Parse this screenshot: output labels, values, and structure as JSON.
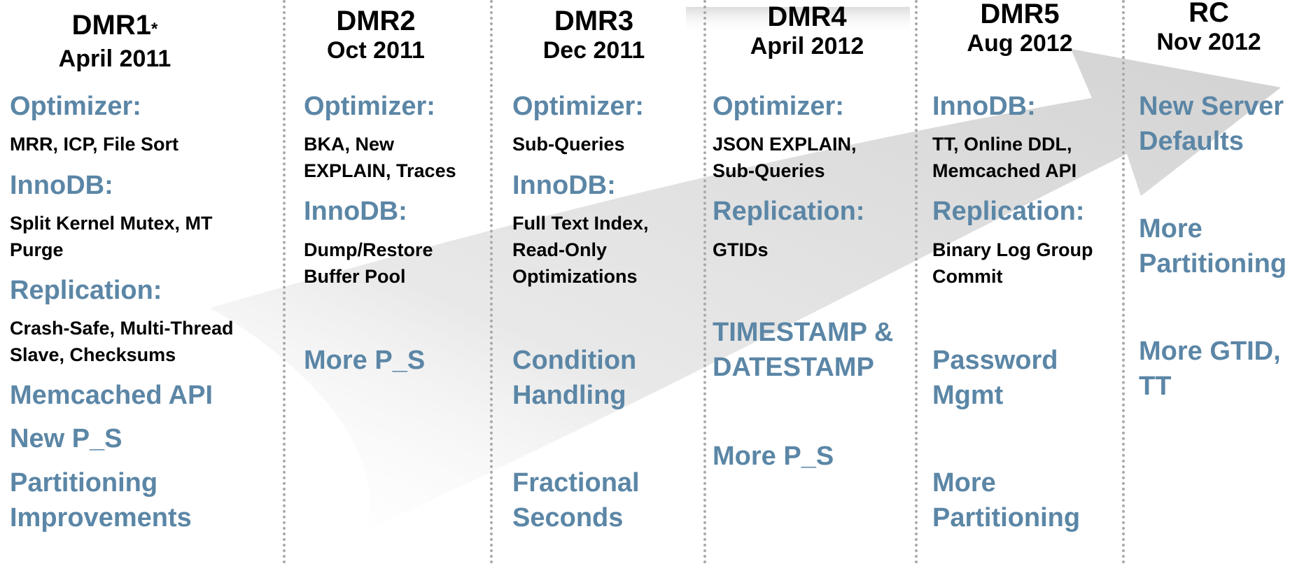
{
  "columns": [
    {
      "name": "DMR1",
      "star": "*",
      "date": "April 2011",
      "lines": [
        {
          "text": "Optimizer:",
          "style": "blue"
        },
        {
          "text": "MRR, ICP, File Sort",
          "style": "blk"
        },
        {
          "text": "InnoDB:",
          "style": "blue"
        },
        {
          "text": "Split Kernel Mutex, MT",
          "style": "blk"
        },
        {
          "text": "Purge",
          "style": "blk"
        },
        {
          "text": "Replication:",
          "style": "blue"
        },
        {
          "text": "Crash-Safe, Multi-Thread",
          "style": "blk"
        },
        {
          "text": "Slave, Checksums",
          "style": "blk"
        },
        {
          "text": "Memcached API",
          "style": "blue"
        },
        {
          "text": "New P_S",
          "style": "blue"
        },
        {
          "text": "Partitioning",
          "style": "blue"
        },
        {
          "text": "Improvements",
          "style": "blue"
        }
      ]
    },
    {
      "name": "DMR2",
      "star": "",
      "date": "Oct 2011",
      "lines": [
        {
          "text": "Optimizer:",
          "style": "blue"
        },
        {
          "text": "BKA, New",
          "style": "blk"
        },
        {
          "text": "EXPLAIN, Traces",
          "style": "blk"
        },
        {
          "text": "InnoDB:",
          "style": "blue"
        },
        {
          "text": "Dump/Restore",
          "style": "blk"
        },
        {
          "text": "Buffer Pool",
          "style": "blk"
        },
        {
          "text": "More P_S",
          "style": "blue"
        }
      ]
    },
    {
      "name": "DMR3",
      "star": "",
      "date": "Dec 2011",
      "lines": [
        {
          "text": "Optimizer:",
          "style": "blue"
        },
        {
          "text": "Sub-Queries",
          "style": "blk"
        },
        {
          "text": "InnoDB:",
          "style": "blue"
        },
        {
          "text": "Full Text Index,",
          "style": "blk"
        },
        {
          "text": "Read-Only",
          "style": "blk"
        },
        {
          "text": "Optimizations",
          "style": "blk"
        },
        {
          "text": "Condition",
          "style": "blue"
        },
        {
          "text": "Handling",
          "style": "blue"
        },
        {
          "text": "Fractional",
          "style": "blue"
        },
        {
          "text": "Seconds",
          "style": "blue"
        }
      ]
    },
    {
      "name": "DMR4",
      "star": "",
      "date": "April 2012",
      "lines": [
        {
          "text": "Optimizer:",
          "style": "blue"
        },
        {
          "text": "JSON EXPLAIN,",
          "style": "blk"
        },
        {
          "text": "Sub-Queries",
          "style": "blk"
        },
        {
          "text": "Replication:",
          "style": "blue"
        },
        {
          "text": "GTIDs",
          "style": "blk"
        },
        {
          "text": "TIMESTAMP &",
          "style": "blue"
        },
        {
          "text": "DATESTAMP",
          "style": "blue"
        },
        {
          "text": "More P_S",
          "style": "blue"
        }
      ]
    },
    {
      "name": "DMR5",
      "star": "",
      "date": "Aug 2012",
      "lines": [
        {
          "text": "InnoDB:",
          "style": "blue"
        },
        {
          "text": "TT, Online DDL,",
          "style": "blk"
        },
        {
          "text": "Memcached API",
          "style": "blk"
        },
        {
          "text": "Replication:",
          "style": "blue"
        },
        {
          "text": "Binary Log Group",
          "style": "blk"
        },
        {
          "text": "Commit",
          "style": "blk"
        },
        {
          "text": "Password",
          "style": "blue"
        },
        {
          "text": "Mgmt",
          "style": "blue"
        },
        {
          "text": "More",
          "style": "blue"
        },
        {
          "text": "Partitioning",
          "style": "blue"
        }
      ]
    },
    {
      "name": "RC",
      "star": "",
      "date": "Nov 2012",
      "lines": [
        {
          "text": "New Server",
          "style": "blue"
        },
        {
          "text": "Defaults",
          "style": "blue"
        },
        {
          "text": "More",
          "style": "blue"
        },
        {
          "text": "Partitioning",
          "style": "blue"
        },
        {
          "text": "More GTID,",
          "style": "blue"
        },
        {
          "text": "TT",
          "style": "blue"
        }
      ]
    }
  ]
}
